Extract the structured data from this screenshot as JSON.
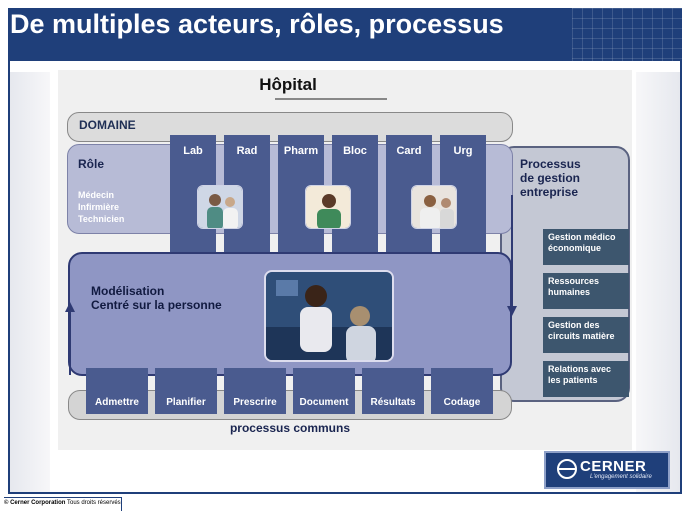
{
  "title": "De multiples acteurs, rôles, processus",
  "hopital": "Hôpital",
  "domaine": "DOMAINE",
  "role": {
    "label": "Rôle",
    "names": [
      "Médecin",
      "Infirmière",
      "Technicien"
    ]
  },
  "departments": [
    "Lab",
    "Rad",
    "Pharm",
    "Bloc",
    "Card",
    "Urg"
  ],
  "process": {
    "title_lines": [
      "Processus",
      "de gestion",
      "entreprise"
    ],
    "items": [
      [
        "Gestion médico",
        "économique"
      ],
      [
        "Ressources",
        "humaines"
      ],
      [
        "Gestion des",
        "circuits matière"
      ],
      [
        "Relations avec",
        "les patients"
      ]
    ]
  },
  "model": {
    "lines": [
      "Modélisation",
      "Centré sur la personne"
    ]
  },
  "steps": [
    "Admettre",
    "Planifier",
    "Prescrire",
    "Document",
    "Résultats",
    "Codage"
  ],
  "common": "processus communs",
  "logo": {
    "name": "CERNER",
    "tagline": "L'engagement solidaire"
  },
  "copyright": {
    "brand": "© Cerner Corporation",
    "text": "Tous droits réservés"
  },
  "colors": {
    "title_bg": "#1f3f7a",
    "dept": "#4a5b8f",
    "role_band": "#b7bbd6",
    "model": "#8f96c4",
    "process_item": "#3d566e"
  }
}
